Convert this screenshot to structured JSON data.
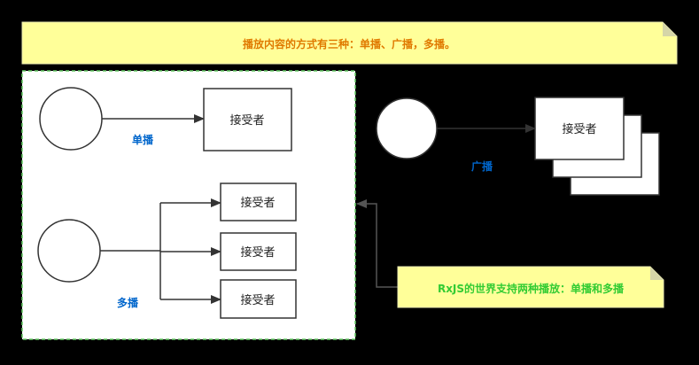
{
  "top_note": "播放内容的方式有三种：单播、广播，多播。",
  "bottom_note": "RxJS的世界支持两种播放：单播和多播",
  "unicast": {
    "label": "单播",
    "receiver": "接受者"
  },
  "multicast": {
    "label": "多播",
    "receivers": [
      "接受者",
      "接受者",
      "接受者"
    ]
  },
  "broadcast": {
    "label": "广播",
    "receiver": "接受者"
  },
  "colors": {
    "background": "#000000",
    "note_fill": "#ffff99",
    "note_fold": "#d6d6a8",
    "top_note_text": "#e07a00",
    "bottom_note_text": "#33cc33",
    "diagram_label": "#0066cc",
    "panel_fill": "#ffffff",
    "panel_border": "#66cc66",
    "stroke": "#333333"
  }
}
